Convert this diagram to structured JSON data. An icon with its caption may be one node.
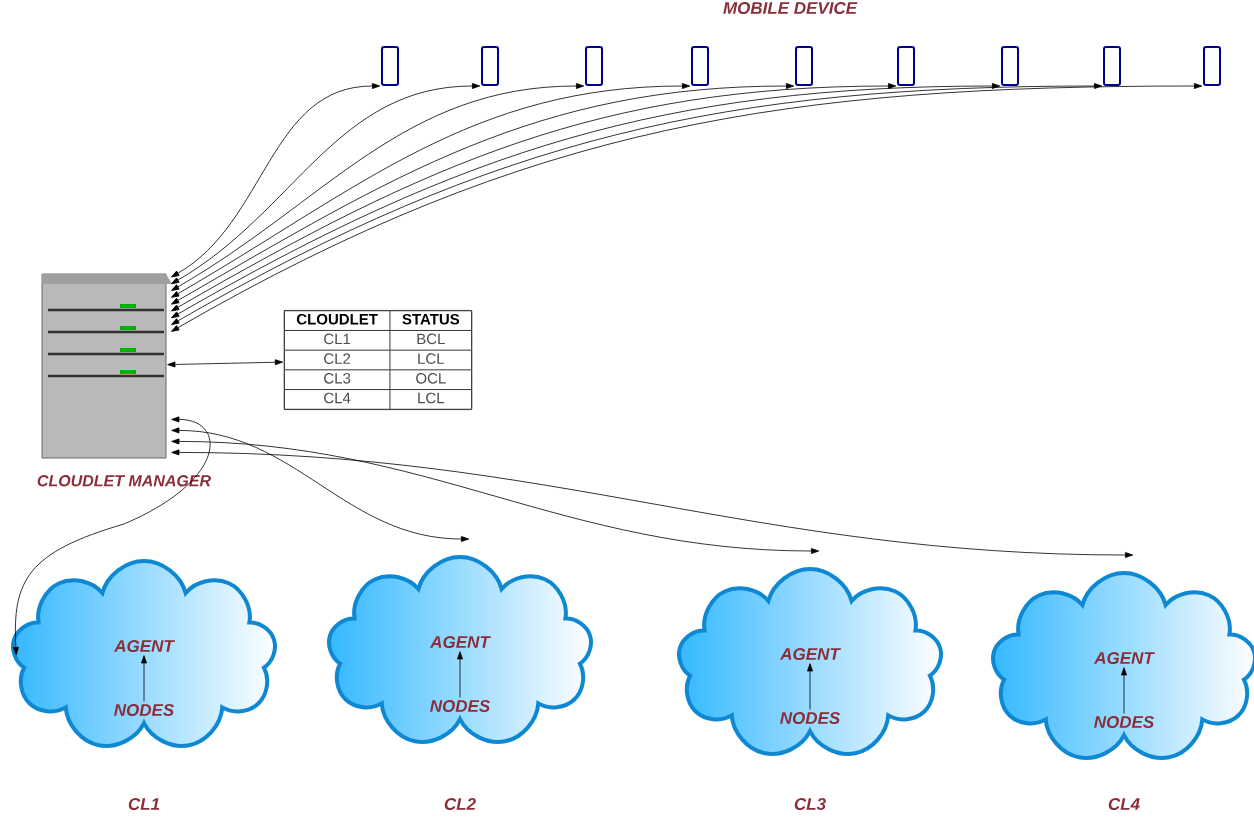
{
  "diagram": {
    "nodes": [
      {
        "text": [],
        "shape": "picture",
        "beside": [
          "CLOUDLET MANAGER"
        ]
      },
      {
        "text": [],
        "shape": "phone"
      },
      {
        "text": [],
        "shape": "phone"
      },
      {
        "text": [],
        "shape": "phone"
      },
      {
        "text": [],
        "shape": "phone"
      },
      {
        "text": [],
        "shape": "phone"
      },
      {
        "text": [],
        "shape": "phone"
      },
      {
        "text": [],
        "shape": "phone"
      },
      {
        "text": [],
        "shape": "phone"
      },
      {
        "text": [],
        "shape": "phone"
      },
      {
        "text": [
          "CLOUDLET",
          "STATUS",
          "CL1",
          "BCL",
          "CL2",
          "LCL",
          "CL3",
          "OCL",
          "CL4",
          "LCL"
        ]
      },
      {
        "text": [],
        "shape": "cloud",
        "beside": [
          "CL1"
        ]
      },
      {
        "text": [
          "AGENT"
        ],
        "in": 11
      },
      {
        "text": [
          "NODES"
        ],
        "in": 11
      },
      {
        "text": [],
        "shape": "cloud",
        "beside": [
          "CL2"
        ]
      },
      {
        "text": [
          "AGENT"
        ],
        "in": 14
      },
      {
        "text": [
          "NODES"
        ],
        "in": 14
      },
      {
        "text": [],
        "shape": "cloud",
        "beside": [
          "CL3"
        ]
      },
      {
        "text": [
          "AGENT"
        ],
        "in": 17
      },
      {
        "text": [
          "NODES"
        ],
        "in": 17
      },
      {
        "text": [],
        "shape": "cloud",
        "beside": [
          "CL4"
        ]
      },
      {
        "text": [
          "AGENT"
        ],
        "in": 20
      },
      {
        "text": [
          "NODES"
        ],
        "in": 20
      }
    ],
    "edges": [
      {
        "from": 0,
        "to": 1,
        "arrow": "both"
      },
      {
        "from": 0,
        "to": 2,
        "arrow": "both"
      },
      {
        "from": 0,
        "to": 3,
        "arrow": "both"
      },
      {
        "from": 0,
        "to": 4,
        "arrow": "both"
      },
      {
        "from": 0,
        "to": 5,
        "arrow": "both"
      },
      {
        "from": 0,
        "to": 6,
        "arrow": "both"
      },
      {
        "from": 0,
        "to": 7,
        "arrow": "both"
      },
      {
        "from": 0,
        "to": 8,
        "arrow": "both"
      },
      {
        "from": 0,
        "to": 9,
        "arrow": "both"
      },
      {
        "from": 0,
        "to": 10,
        "arrow": "both"
      },
      {
        "from": 0,
        "to": 11,
        "arrow": "both"
      },
      {
        "from": 0,
        "to": 14,
        "arrow": "both"
      },
      {
        "from": 0,
        "to": 17,
        "arrow": "both"
      },
      {
        "from": 0,
        "to": 20,
        "arrow": "both"
      },
      {
        "from": 13,
        "to": 12,
        "arrow": "to"
      },
      {
        "from": 16,
        "to": 15,
        "arrow": "to"
      },
      {
        "from": 19,
        "to": 18,
        "arrow": "to"
      },
      {
        "from": 22,
        "to": 21,
        "arrow": "to"
      }
    ],
    "labels": [
      "MOBILE DEVICE"
    ]
  }
}
